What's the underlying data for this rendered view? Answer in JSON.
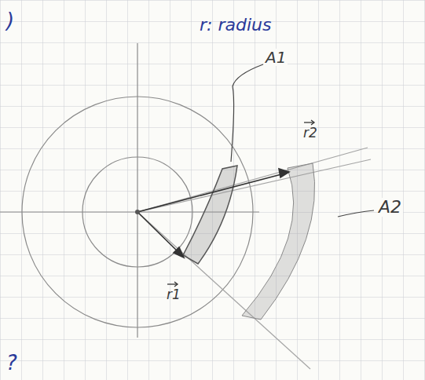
{
  "diagram": {
    "labels": [
      ")",
      "r: radius",
      "A1",
      "r2",
      "A2",
      "r1",
      "?"
    ]
  }
}
